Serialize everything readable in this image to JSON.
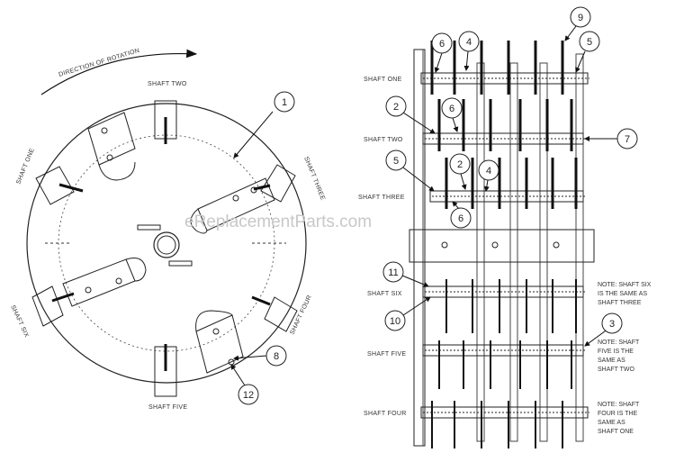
{
  "watermark": "eReplacementParts.com",
  "left_view": {
    "direction_label": "DIRECTION OF ROTATION",
    "shaft_labels": {
      "two": "SHAFT TWO",
      "one": "SHAFT ONE",
      "three": "SHAFT THREE",
      "six": "SHAFT SIX",
      "four": "SHAFT FOUR",
      "five": "SHAFT FIVE"
    },
    "callouts": {
      "c1": "1",
      "c8": "8",
      "c12": "12"
    }
  },
  "right_view": {
    "row_labels": {
      "one": "SHAFT ONE",
      "two": "SHAFT TWO",
      "three": "SHAFT THREE",
      "six": "SHAFT SIX",
      "five": "SHAFT FIVE",
      "four": "SHAFT FOUR"
    },
    "notes": {
      "six": [
        "NOTE: SHAFT SIX",
        "IS THE SAME AS",
        "SHAFT THREE"
      ],
      "five": [
        "NOTE: SHAFT",
        "FIVE IS THE",
        "SAME AS",
        "SHAFT TWO"
      ],
      "four": [
        "NOTE: SHAFT",
        "FOUR IS THE",
        "SAME AS",
        "SHAFT ONE"
      ]
    },
    "callouts": {
      "c9": "9",
      "c6a": "6",
      "c4a": "4",
      "c5a": "5",
      "c2a": "2",
      "c6b": "6",
      "c7": "7",
      "c5b": "5",
      "c2b": "2",
      "c4b": "4",
      "c6c": "6",
      "c11": "11",
      "c10": "10",
      "c3": "3"
    }
  }
}
